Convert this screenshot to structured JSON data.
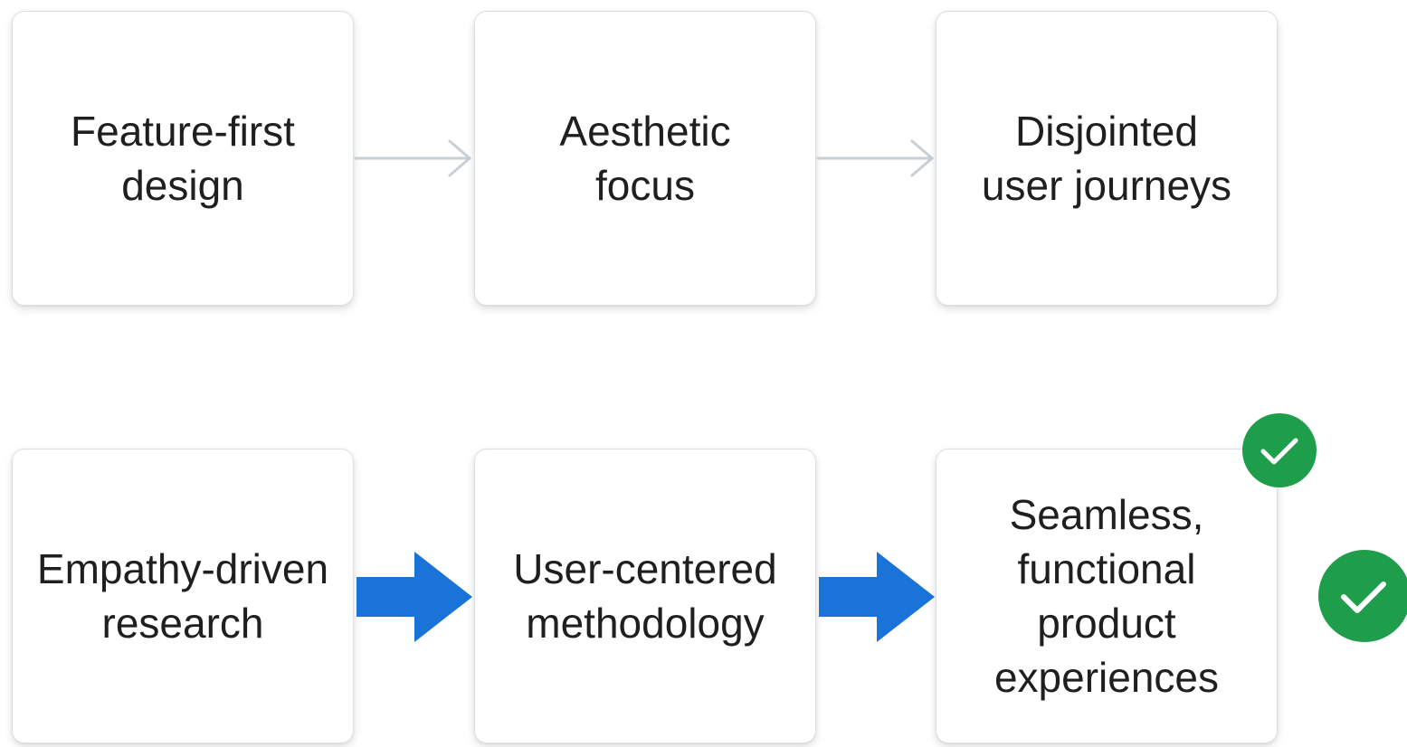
{
  "old_flow": {
    "steps": [
      {
        "label": "Feature-first\ndesign"
      },
      {
        "label": "Aesthetic\nfocus"
      },
      {
        "label": "Disjointed\nuser journeys"
      }
    ]
  },
  "new_flow": {
    "steps": [
      {
        "label": "Empathy-driven\nresearch"
      },
      {
        "label": "User-centered\nmethodology"
      },
      {
        "label": "Seamless,\nfunctional\nproduct\nexperiences"
      }
    ]
  },
  "colors": {
    "thin_arrow": "#c9cfd6",
    "bold_arrow": "#1a73d8",
    "check_fill": "#1e9e4a",
    "box_border": "#dcdfe3",
    "text": "#1f1f1f"
  },
  "icons": {
    "connector_old": "thin-arrow-icon",
    "connector_new": "bold-arrow-icon",
    "badge": "check-circle-icon"
  }
}
